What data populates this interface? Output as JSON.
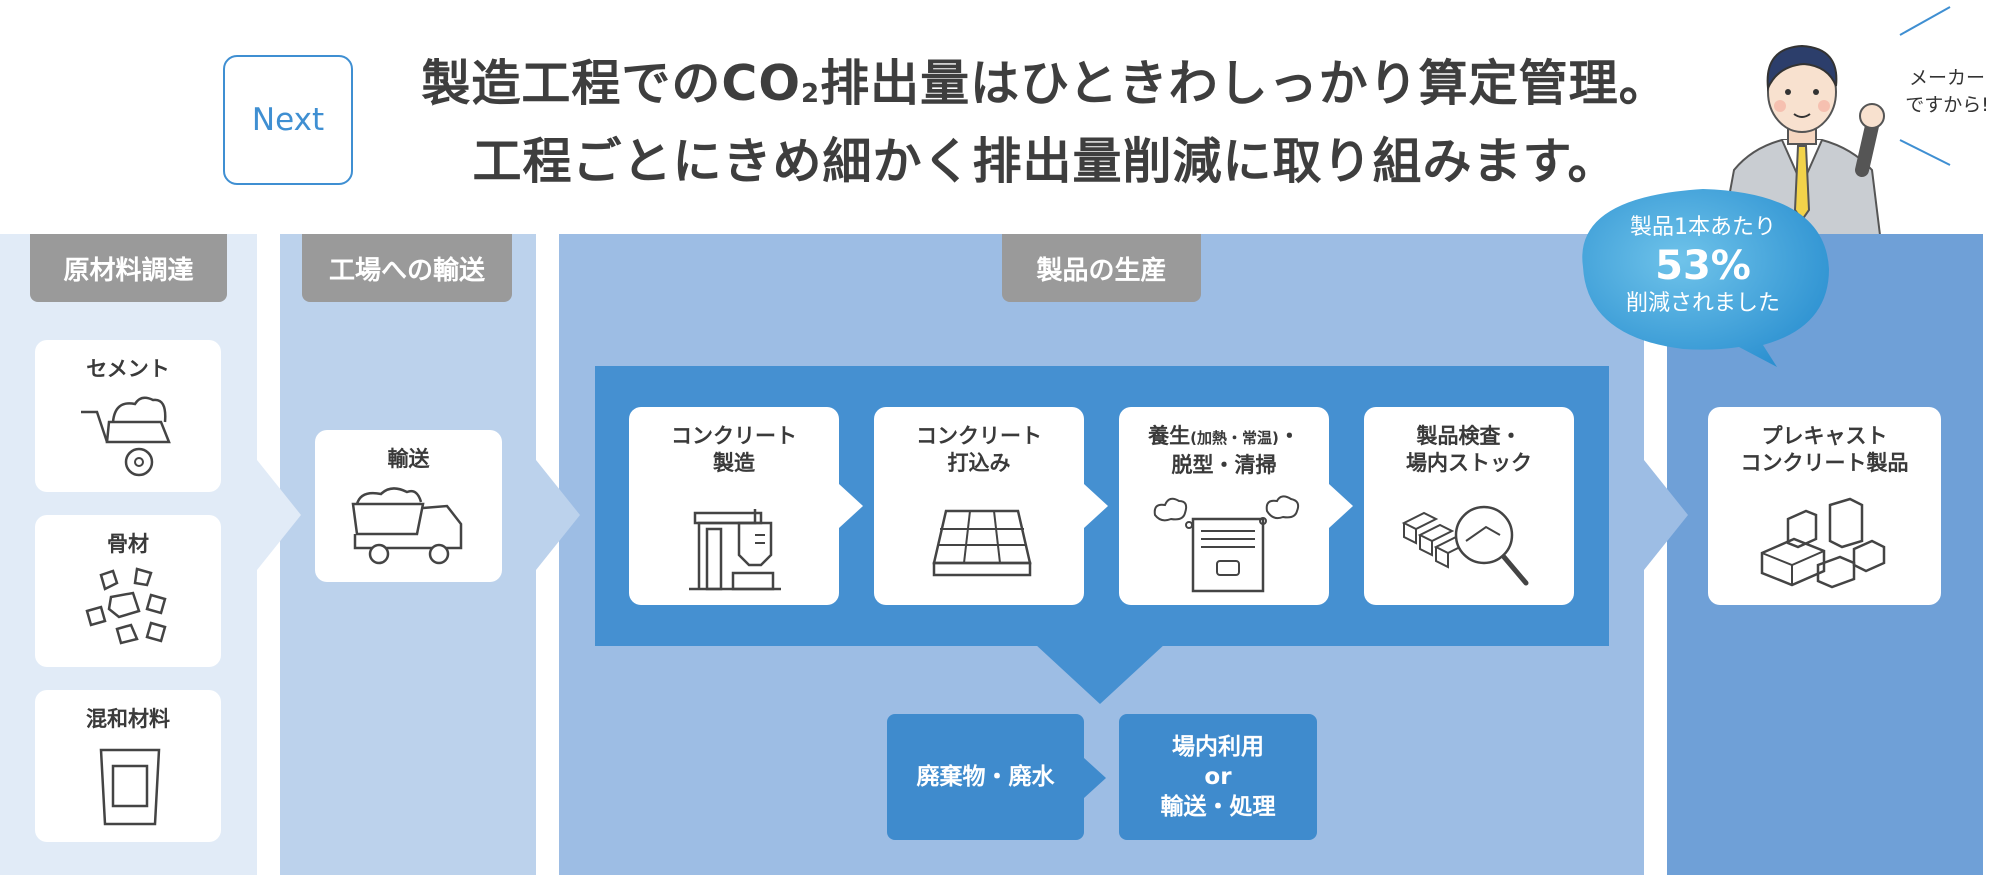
{
  "header": {
    "next_label": "Next",
    "headline_line1_a": "製造工程でのCO",
    "headline_line1_sub": "2",
    "headline_line1_b": "排出量はひときわしっかり算定管理。",
    "headline_line2": "工程ごとにきめ細かく排出量削減に取り組みます。",
    "maker_text_1": "メーカー",
    "maker_text_2": "ですから!"
  },
  "bubble": {
    "line1": "製品1本あたり",
    "percent": "53%",
    "line3": "削減されました"
  },
  "columns": {
    "raw": {
      "title": "原材料調達",
      "items": [
        {
          "label": "セメント",
          "icon": "wheelbarrow-icon"
        },
        {
          "label": "骨材",
          "icon": "aggregate-stones-icon"
        },
        {
          "label": "混和材料",
          "icon": "material-bag-icon"
        }
      ]
    },
    "transport": {
      "title": "工場への輸送",
      "item": {
        "label": "輸送",
        "icon": "dump-truck-icon"
      }
    },
    "production": {
      "title": "製品の生産",
      "steps": [
        {
          "label1": "コンクリート",
          "label2": "製造",
          "icon": "concrete-plant-icon"
        },
        {
          "label1": "コンクリート",
          "label2": "打込み",
          "icon": "formwork-icon"
        },
        {
          "label1_a": "養生",
          "label1_b": "(加熱・常温)",
          "label1_c": "・",
          "label2": "脱型・清掃",
          "icon": "curing-chamber-icon"
        },
        {
          "label1": "製品検査・",
          "label2": "場内ストック",
          "icon": "inspection-magnifier-icon"
        }
      ],
      "waste_label": "廃棄物・廃水",
      "reuse_line1": "場内利用",
      "reuse_line2": "or",
      "reuse_line3": "輸送・処理"
    },
    "product": {
      "label1": "プレキャスト",
      "label2": "コンクリート製品",
      "icon": "precast-blocks-icon"
    }
  },
  "colors": {
    "accent": "#3f8fd2",
    "col1": "#e1ebf7",
    "col2": "#bcd2ec",
    "col3": "#9dbde4",
    "col4": "#6fa0d7",
    "panel": "#4590d1",
    "title_bg": "#9a9a9a"
  }
}
